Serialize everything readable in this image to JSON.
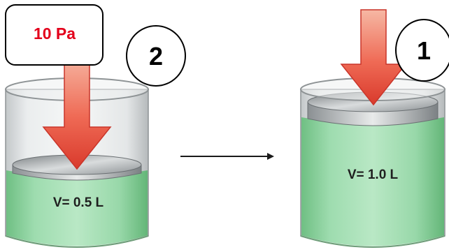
{
  "pressure_box": {
    "label": "10 Pa",
    "label_color": "#e3001b"
  },
  "left_cylinder": {
    "step_number": "2",
    "volume_label": "V= 0.5 L"
  },
  "right_cylinder": {
    "step_number": "1",
    "volume_label": "V= 1.0 L"
  },
  "colors": {
    "liquid_green": "#8fd3a0",
    "arrow_red": "#e8483c",
    "arrow_orange": "#f39b80",
    "glass_gray": "#cfd3d4",
    "piston_gray": "#9ea3a6",
    "outline": "#000000"
  },
  "icons": {
    "force_arrow": "down-arrow-icon",
    "process_arrow": "right-arrow-icon"
  }
}
